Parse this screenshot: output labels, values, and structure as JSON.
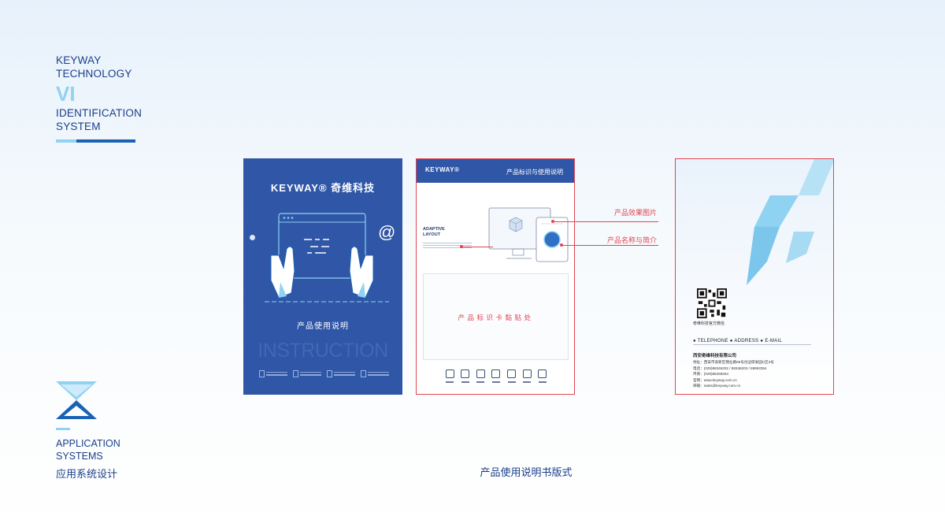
{
  "brand": {
    "line1": "KEYWAY",
    "line2": "TECHNOLOGY",
    "vi": "VI",
    "line3": "IDENTIFICATION",
    "line4": "SYSTEM"
  },
  "section": {
    "en1": "APPLICATION",
    "en2": "SYSTEMS",
    "cn": "应用系统设计"
  },
  "caption": "产品使用说明书版式",
  "card1": {
    "logo": "KEYWAY® 奇维科技",
    "title": "产品使用说明",
    "watermark": "INSTRUCTION"
  },
  "card2": {
    "logo": "KEYWAY®",
    "header_title": "产品标识与使用说明",
    "adaptive_line1": "ADAPTIVE",
    "adaptive_line2": "LAYOUT",
    "sticker_text": "产品标识卡黏贴处",
    "callout_image": "产品效果图片",
    "callout_name": "产品名称与简介"
  },
  "card3": {
    "qr_label": "奇维科技官方微信",
    "contact_title": "● TELEPHONE ● ADDRESS ● E-MAIL",
    "company": "西安奇维科技有限公司",
    "lines": [
      "地址：西安市高新区锦业路69号创业研发园C区3号",
      "电话：(029)88346202 / 88346203 / 88993354",
      "传真：(029)88258264",
      "官网：www.keyway.com.cn",
      "邮箱：sales@keyway.com.cn"
    ]
  },
  "colors": {
    "brand_blue": "#2f56a7",
    "light_blue": "#8fd2f2",
    "accent_red": "#e04552"
  }
}
